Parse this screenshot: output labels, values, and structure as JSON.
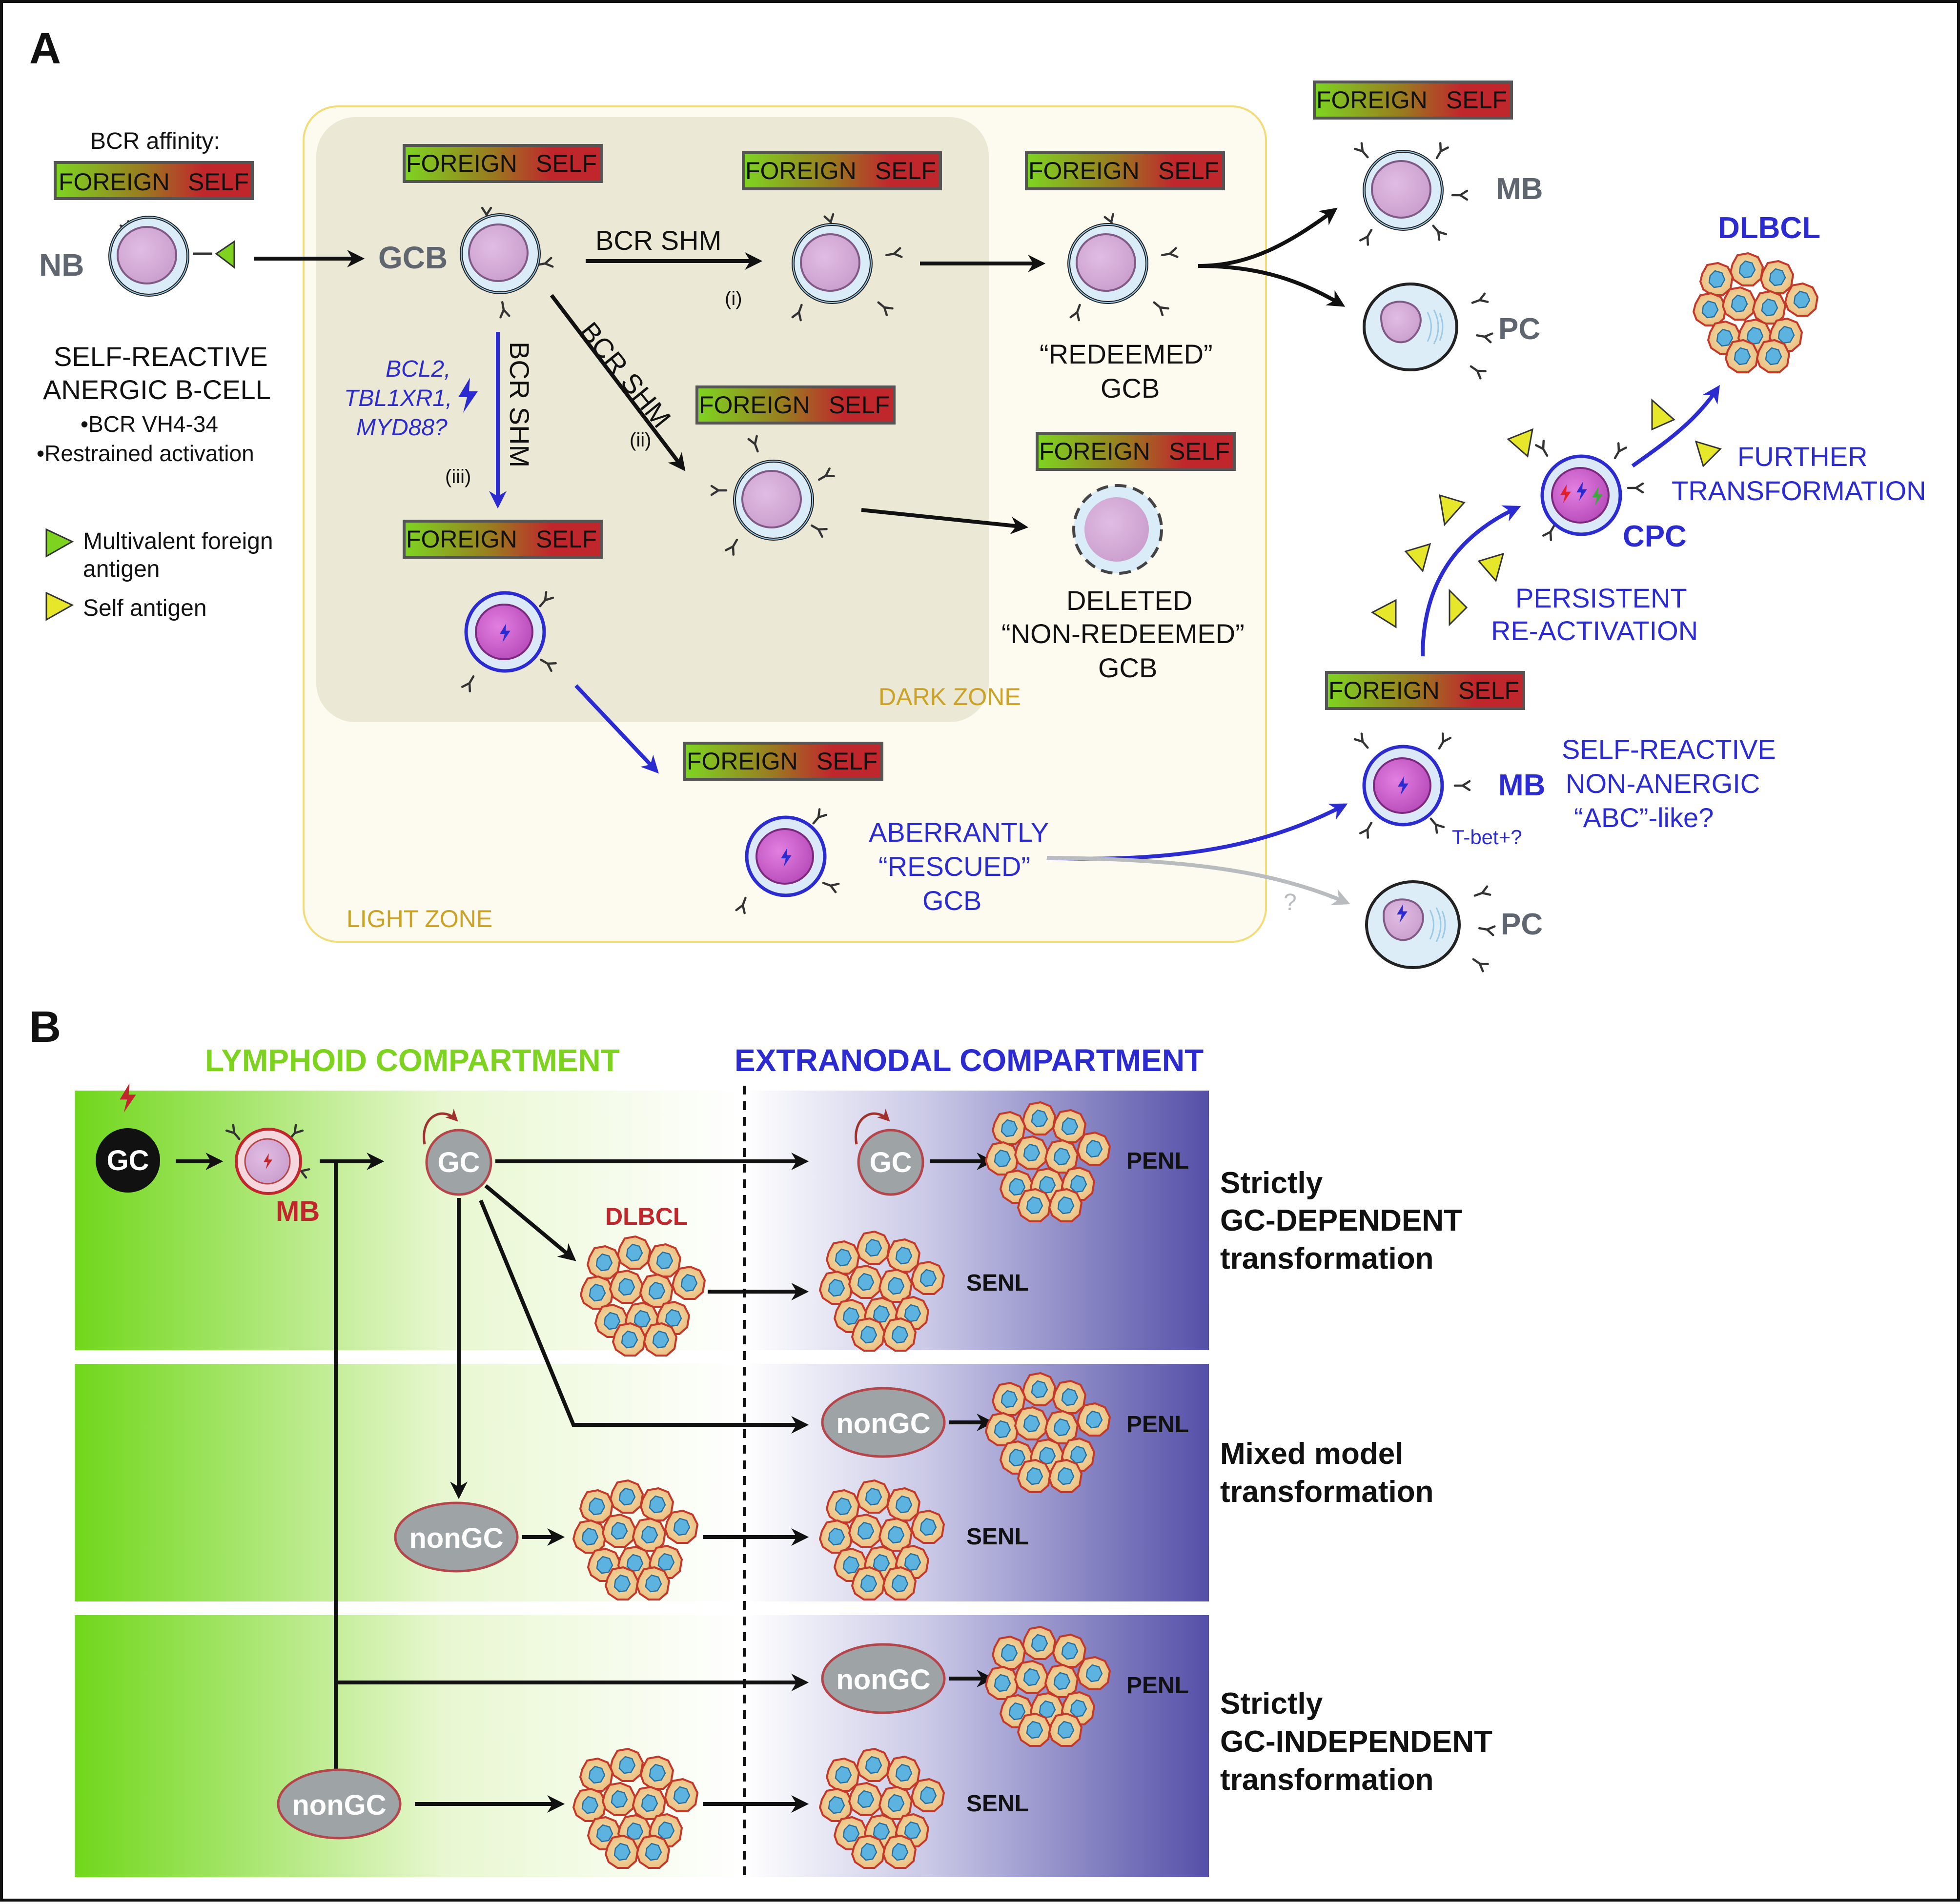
{
  "panel_a": {
    "label": "A",
    "bcr_affinity_title": "BCR affinity:",
    "bar_foreign": "FOREIGN",
    "bar_self": "SELF",
    "nb": "NB",
    "gcb": "GCB",
    "nb_desc_line1": "SELF-REACTIVE",
    "nb_desc_line2": "ANERGIC B-CELL",
    "nb_bullet1": "•BCR VH4-34",
    "nb_bullet2": "•Restrained activation",
    "legend_multivalent_line1": "Multivalent foreign",
    "legend_multivalent_line2": "antigen",
    "legend_self_antigen": "Self antigen",
    "bcr_shm": "BCR SHM",
    "path_i": "(i)",
    "path_ii": "(ii)",
    "path_iii": "(iii)",
    "mutations_line1": "BCL2,",
    "mutations_line2": "TBL1XR1,",
    "mutations_line3": "MYD88?",
    "redeemed_line1": "“REDEEMED”",
    "redeemed_line2": "GCB",
    "deleted_line1": "DELETED",
    "deleted_line2": "“NON-REDEEMED”",
    "deleted_line3": "GCB",
    "dark_zone": "DARK ZONE",
    "light_zone": "LIGHT ZONE",
    "rescued_line1": "ABERRANTLY",
    "rescued_line2": "“RESCUED”",
    "rescued_line3": "GCB",
    "mb": "MB",
    "pc": "PC",
    "dlbcl": "DLBCL",
    "cpc": "CPC",
    "further_line1": "FURTHER",
    "further_line2": "TRANSFORMATION",
    "persistent_line1": "PERSISTENT",
    "persistent_line2": "RE-ACTIVATION",
    "tbet": "T-bet+?",
    "self_reactive_line1": "SELF-REACTIVE",
    "self_reactive_line2": "NON-ANERGIC",
    "self_reactive_line3": "“ABC”-like?",
    "question": "?"
  },
  "panel_b": {
    "label": "B",
    "lymphoid_compartment": "LYMPHOID COMPARTMENT",
    "extranodal_compartment": "EXTRANODAL COMPARTMENT",
    "gc": "GC",
    "mb": "MB",
    "dlbcl": "DLBCL",
    "nongc": "nonGC",
    "penl": "PENL",
    "senl": "SENL",
    "model1_line1": "Strictly",
    "model1_line2": "GC-DEPENDENT",
    "model1_line3": "transformation",
    "model2_line1": "Mixed model",
    "model2_line2": "transformation",
    "model3_line1": "Strictly",
    "model3_line2": "GC-INDEPENDENT",
    "model3_line3": "transformation"
  },
  "colors": {
    "green": "#7ed321",
    "red": "#c0272d",
    "blue": "#2b2bd0",
    "gray_text": "#5f6670",
    "zone_gold": "#c9a227",
    "purple_band": "#5550a8"
  }
}
